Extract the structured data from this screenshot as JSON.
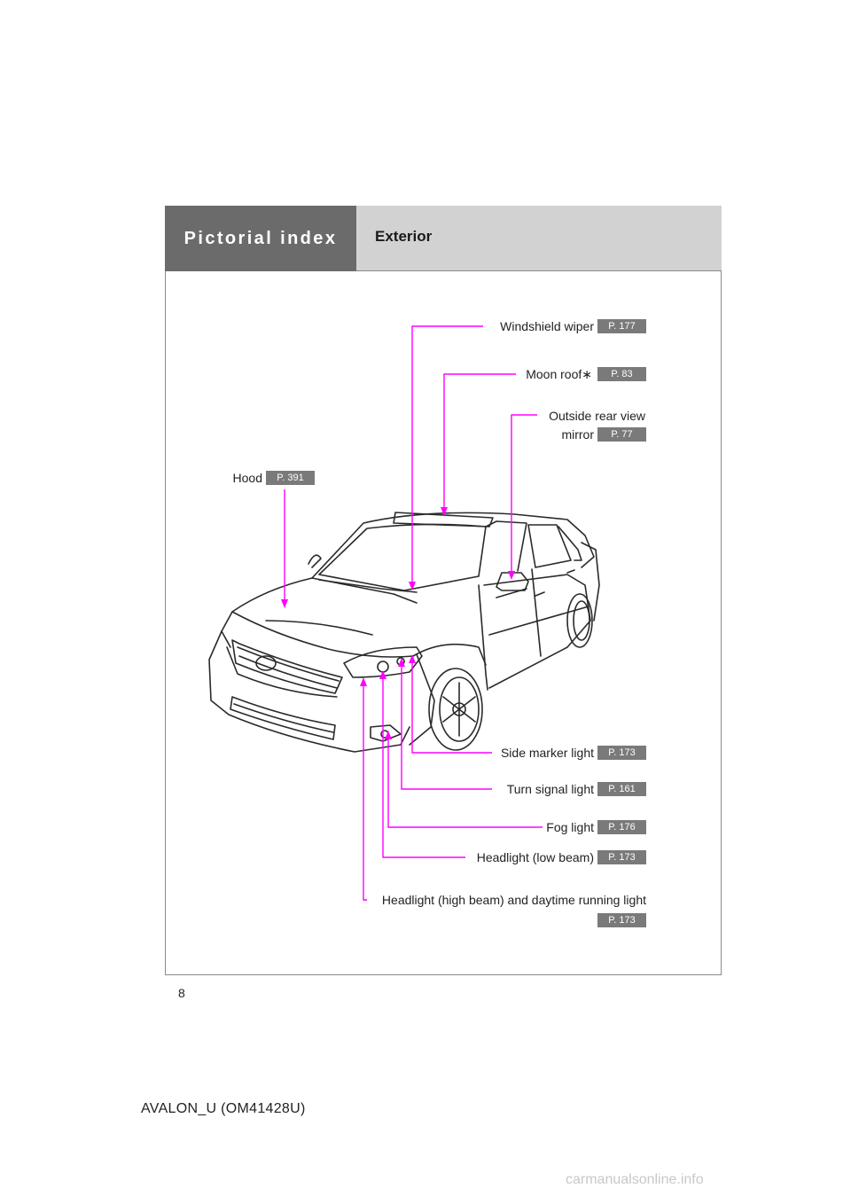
{
  "header": {
    "section": "Pictorial index",
    "title": "Exterior"
  },
  "callouts": {
    "windshield_wiper": {
      "label": "Windshield wiper",
      "page": "P. 177"
    },
    "moon_roof": {
      "label": "Moon roof",
      "mark": "∗",
      "page": "P. 83"
    },
    "outside_mirror": {
      "label_line1": "Outside rear view",
      "label_line2": "mirror",
      "page": "P. 77"
    },
    "hood": {
      "label": "Hood",
      "page": "P. 391"
    },
    "side_marker": {
      "label": "Side marker light",
      "page": "P. 173"
    },
    "turn_signal": {
      "label": "Turn signal light",
      "page": "P. 161"
    },
    "fog_light": {
      "label": "Fog light",
      "page": "P. 176"
    },
    "headlight_low": {
      "label": "Headlight (low beam)",
      "page": "P. 173"
    },
    "headlight_high": {
      "label": "Headlight (high beam) and daytime running light",
      "page": "P. 173"
    }
  },
  "page_number": "8",
  "footer": "AVALON_U (OM41428U)",
  "watermark": "carmanualsonline.info",
  "colors": {
    "leader_line": "#ff00ff",
    "badge": "#7a7a7a",
    "header_dark": "#6b6b6b",
    "header_light": "#d2d2d2"
  }
}
